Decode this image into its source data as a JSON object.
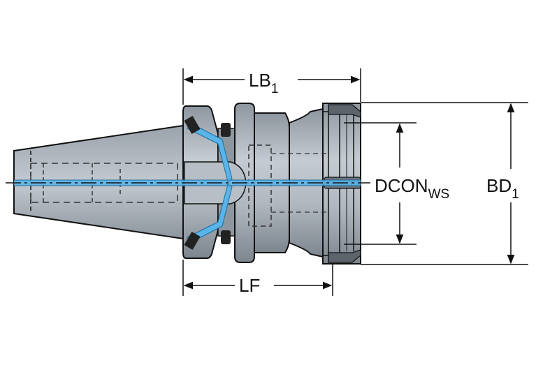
{
  "labels": {
    "lb": {
      "main": "LB",
      "sub": "1"
    },
    "lf": {
      "main": "LF"
    },
    "dcon": {
      "main": "DCON",
      "sub": "WS"
    },
    "bd": {
      "main": "BD",
      "sub": "1"
    }
  },
  "colors": {
    "body": "#a9b1ba",
    "body_dark": "#7f8791",
    "body_light": "#c7cdd4",
    "coolant": "#5ab4e8",
    "outline": "#111111"
  }
}
